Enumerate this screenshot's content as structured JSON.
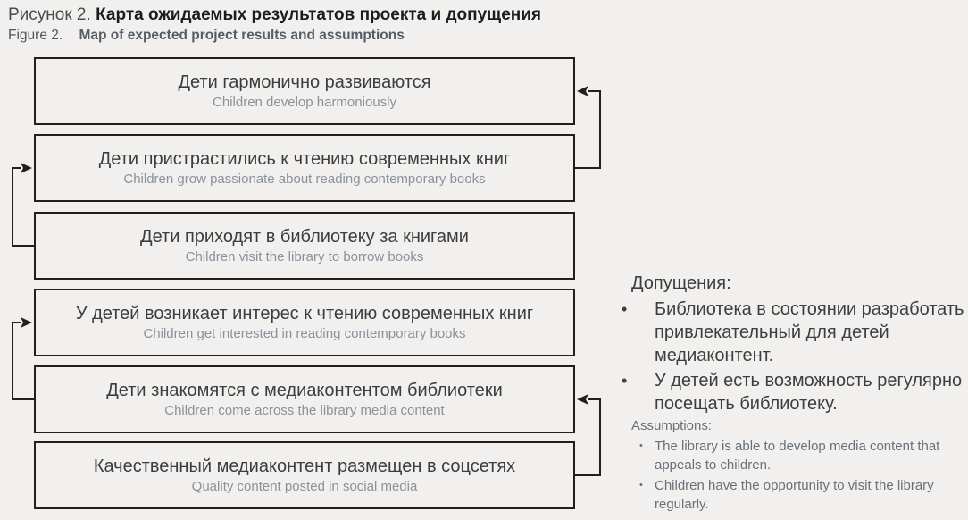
{
  "figure": {
    "label_ru": "Рисунок 2.",
    "title_ru": "Карта ожидаемых результатов проекта и допущения",
    "label_en": "Figure 2.",
    "title_en": "Map of expected project results and assumptions"
  },
  "diagram": {
    "boxes": [
      {
        "id": "box-1",
        "ru": "Дети гармонично развиваются",
        "en": "Children develop harmoniously"
      },
      {
        "id": "box-2",
        "ru": "Дети пристрастились к чтению современных книг",
        "en": "Children grow passionate about reading contemporary books"
      },
      {
        "id": "box-3",
        "ru": "Дети приходят в библиотеку за книгами",
        "en": "Children visit the library to borrow books"
      },
      {
        "id": "box-4",
        "ru": "У детей возникает интерес к чтению современных книг",
        "en": "Children get interested in reading contemporary books"
      },
      {
        "id": "box-5",
        "ru": "Дети знакомятся с медиаконтентом библиотеки",
        "en": "Children come across the library media content"
      },
      {
        "id": "box-6",
        "ru": "Качественный медиаконтент размещен в соцсетях",
        "en": "Quality content posted in social media"
      }
    ],
    "connectors": [
      {
        "from": "box-2",
        "to": "box-1",
        "side": "right"
      },
      {
        "from": "box-3",
        "to": "box-2",
        "side": "left"
      },
      {
        "from": "box-5",
        "to": "box-4",
        "side": "left"
      },
      {
        "from": "box-6",
        "to": "box-5",
        "side": "right"
      }
    ]
  },
  "assumptions": {
    "heading_ru": "Допущения:",
    "items_ru": [
      "Библиотека в состоянии разработать привлекательный для детей медиаконтент.",
      "У детей есть возможность регулярно посещать библиотеку."
    ],
    "heading_en": "Assumptions:",
    "items_en": [
      "The library is able to develop media content that appeals to children.",
      "Children have the opportunity to visit the library regularly."
    ]
  },
  "colors": {
    "background": "#f1f0ee",
    "box_border": "#22201e",
    "connector": "#22201e",
    "box_text_ru": "#3d3d3d",
    "box_text_en": "#8a919b",
    "assumptions_text_ru": "#3e3e3e",
    "assumptions_text_en": "#687079",
    "title_bold_ru": "#1c1c1c",
    "title_bold_en": "#555d66"
  }
}
